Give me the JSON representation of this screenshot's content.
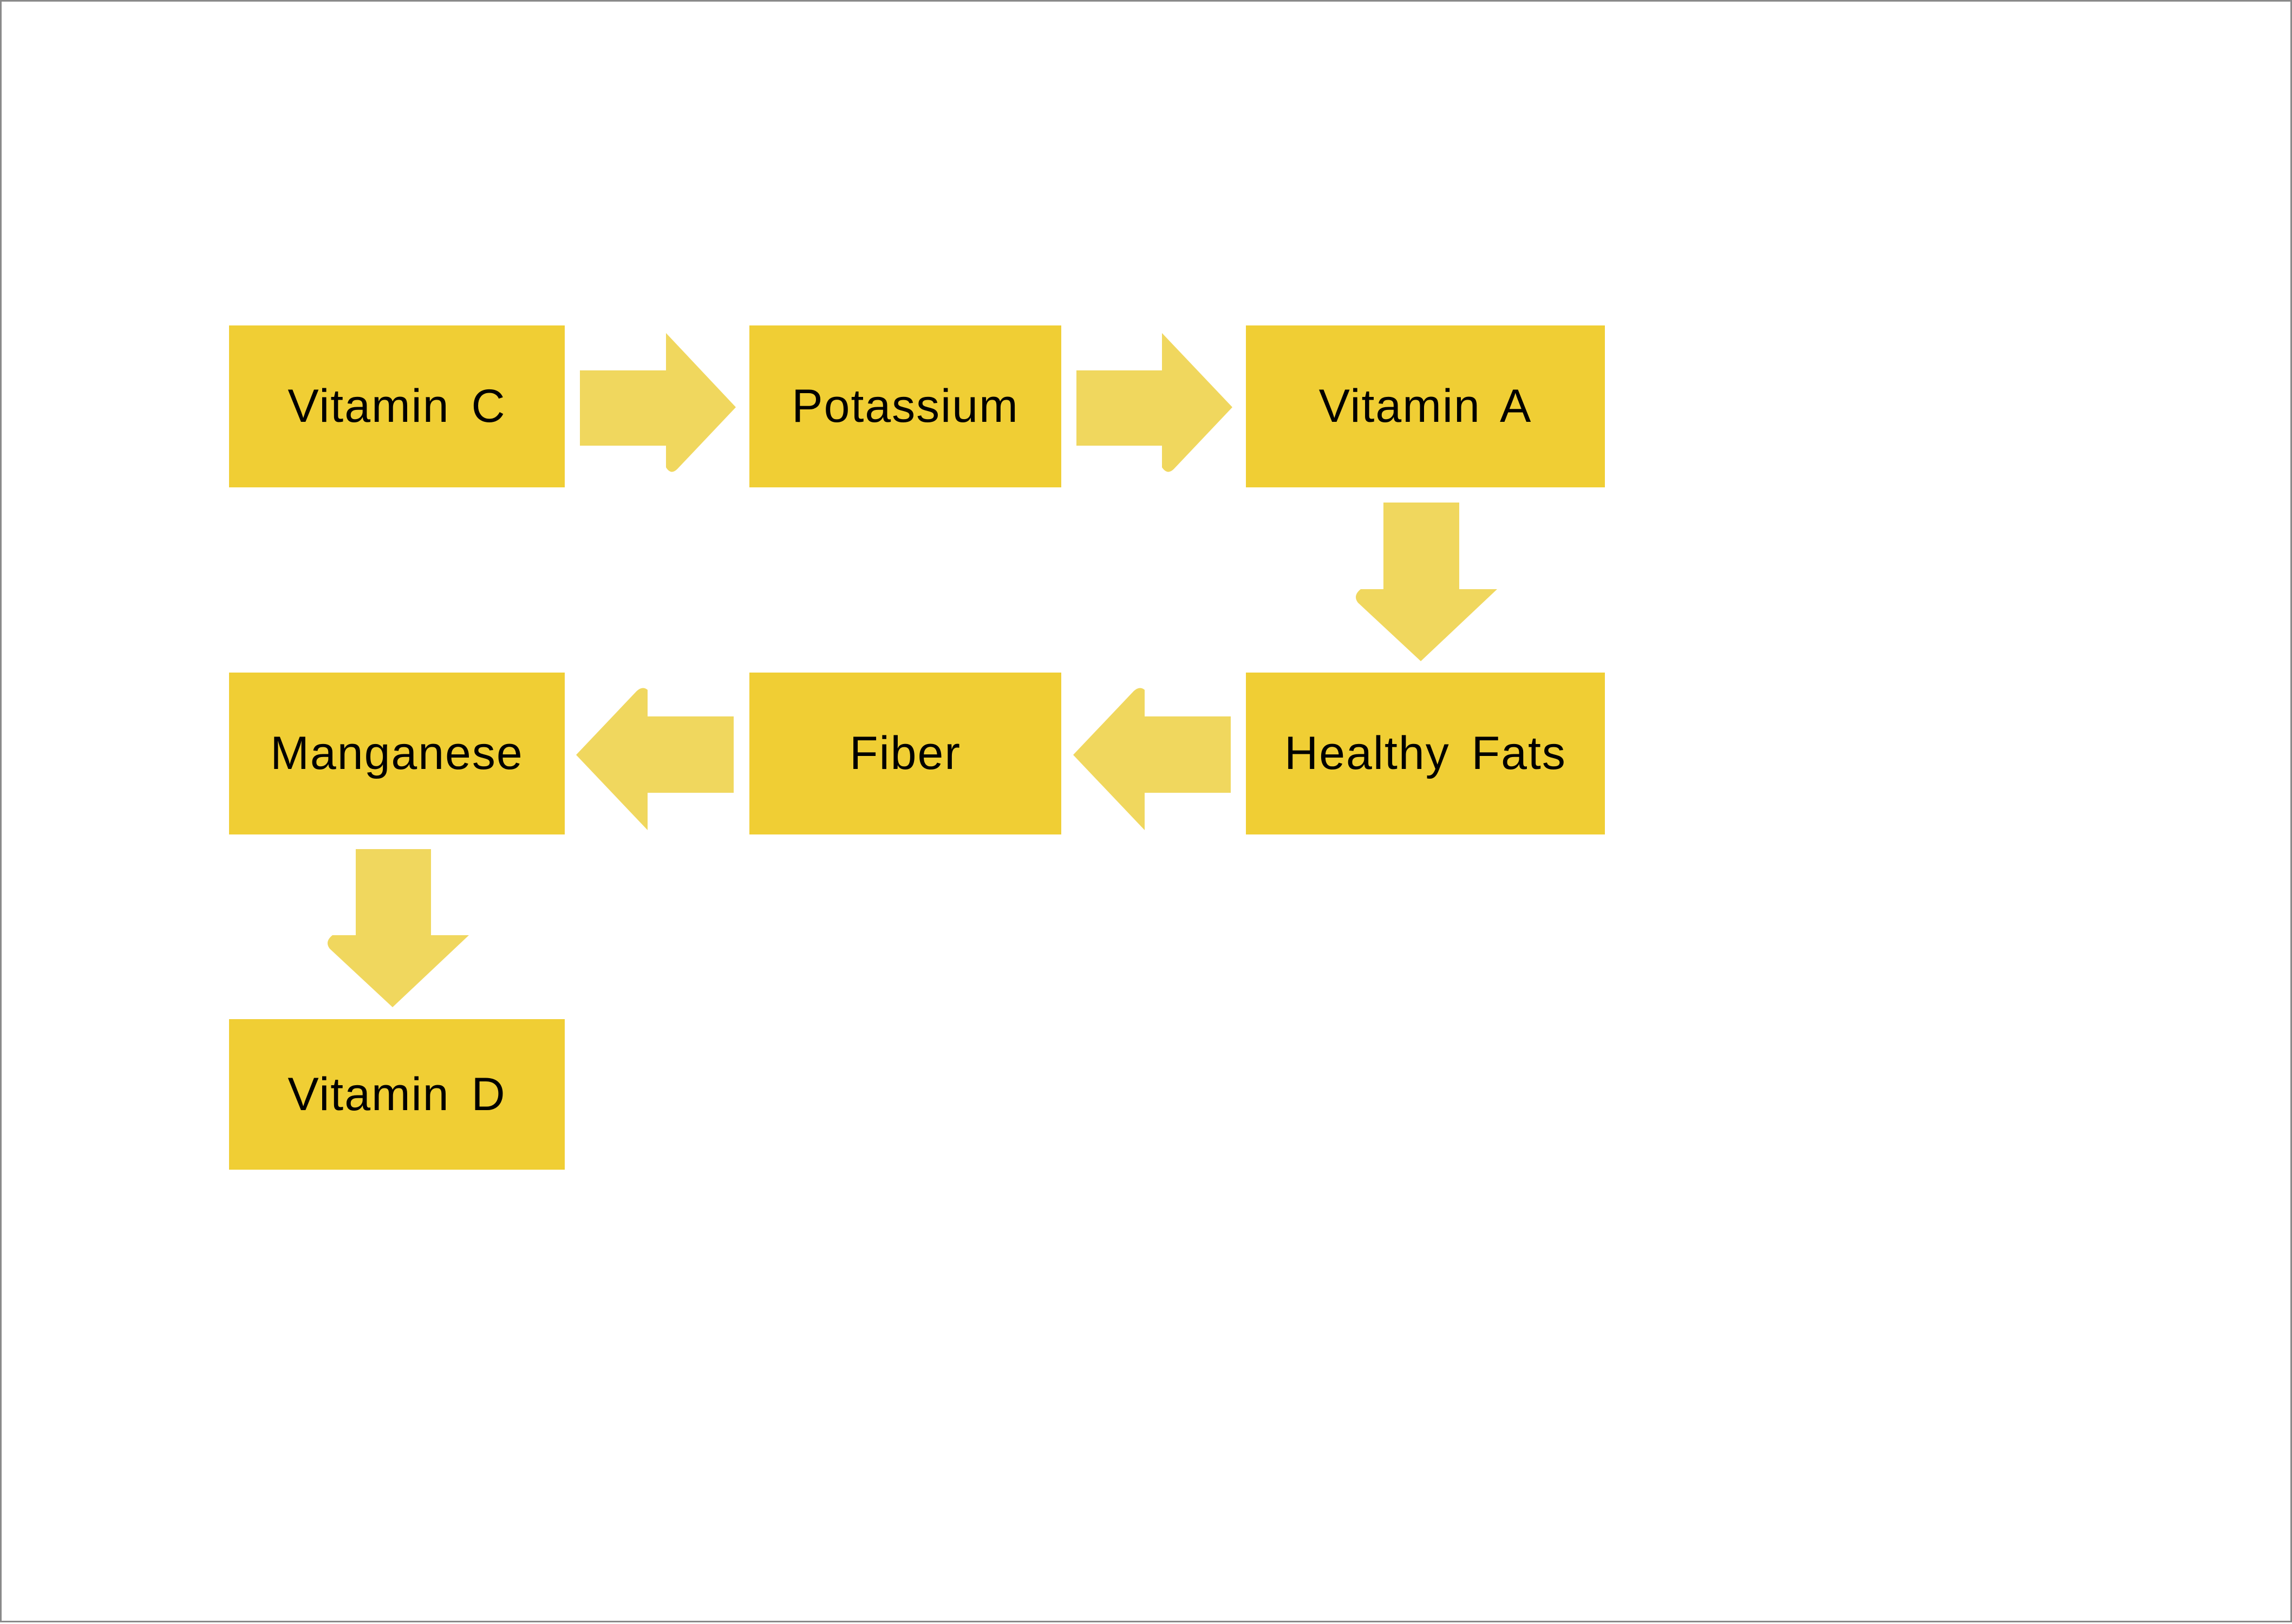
{
  "colors": {
    "node_fill": "#F0CE34",
    "arrow_fill": "#F0D75E",
    "text": "#000000",
    "background": "#ffffff"
  },
  "nodes": [
    {
      "id": "vitamin-c",
      "label": "Vitamin C"
    },
    {
      "id": "potassium",
      "label": "Potassium"
    },
    {
      "id": "vitamin-a",
      "label": "Vitamin A"
    },
    {
      "id": "healthy-fats",
      "label": "Healthy Fats"
    },
    {
      "id": "fiber",
      "label": "Fiber"
    },
    {
      "id": "manganese",
      "label": "Manganese"
    },
    {
      "id": "vitamin-d",
      "label": "Vitamin D"
    }
  ],
  "edges": [
    {
      "from": "vitamin-c",
      "to": "potassium",
      "direction": "right"
    },
    {
      "from": "potassium",
      "to": "vitamin-a",
      "direction": "right"
    },
    {
      "from": "vitamin-a",
      "to": "healthy-fats",
      "direction": "down"
    },
    {
      "from": "healthy-fats",
      "to": "fiber",
      "direction": "left"
    },
    {
      "from": "fiber",
      "to": "manganese",
      "direction": "left"
    },
    {
      "from": "manganese",
      "to": "vitamin-d",
      "direction": "down"
    }
  ]
}
